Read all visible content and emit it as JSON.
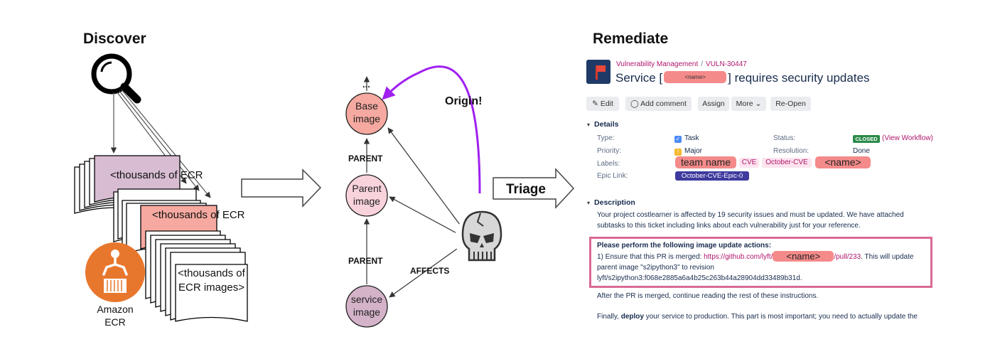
{
  "headings": {
    "discover": "Discover",
    "remediate": "Remediate"
  },
  "discover": {
    "stacks": [
      "<thousands of ECR",
      "<thousands of ECR",
      "<thousands of ECR images>"
    ],
    "ecr_label": "Amazon ECR"
  },
  "graph": {
    "ellipsis": "...",
    "nodes": {
      "base": "Base image",
      "parent": "Parent image",
      "service": "service image"
    },
    "edge_labels": {
      "parent_top": "PARENT",
      "parent_bottom": "PARENT",
      "affects": "AFFECTS",
      "origin": "Origin!"
    },
    "colors": {
      "base": "#f6a9a0",
      "parent": "#f9d3dc",
      "service": "#d4b3c9",
      "origin_arrow": "#a020f0"
    }
  },
  "triage_label": "Triage",
  "jira": {
    "breadcrumb": [
      "Vulnerability Management",
      "VULN-30447"
    ],
    "title_prefix": "Service [",
    "title_redacted": "<name>",
    "title_suffix": "] requires security updates",
    "toolbar": {
      "edit": "Edit",
      "add_comment": "Add comment",
      "assign": "Assign",
      "more": "More",
      "reopen": "Re-Open"
    },
    "details_heading": "Details",
    "fields": {
      "type_label": "Type:",
      "type_value": "Task",
      "priority_label": "Priority:",
      "priority_value": "Major",
      "labels_label": "Labels:",
      "labels": [
        "team name",
        "CVE",
        "October-CVE",
        "<name>"
      ],
      "epic_label": "Epic Link:",
      "epic_value": "October-CVE-Epic-0",
      "status_label": "Status:",
      "status_value": "CLOSED",
      "status_link": "(View Workflow)",
      "resolution_label": "Resolution:",
      "resolution_value": "Done"
    },
    "description_heading": "Description",
    "description": {
      "line1": "Your project costlearner is affected by 19 security issues and must be updated. We have attached",
      "line2": "subtasks to this ticket including links about each vulnerability just for your reference.",
      "box_title": "Please perform the following image update actions:",
      "box_line1_prefix": "1) Ensure that this PR is merged: ",
      "box_link_start": "https://github.com/lyft/",
      "box_link_redacted": "<name>",
      "box_link_end": "/pull/233",
      "box_line1_suffix": ". This will update",
      "box_line2": "parent image \"s2ipython3\" to revision",
      "box_line3": "lyft/s2ipython3:f068e2885a6a4b25c263b44a28904dd33489b31d.",
      "after": "After the PR is merged, continue reading the rest of these instructions.",
      "final_prefix": "Finally, ",
      "final_bold": "deploy",
      "final_suffix": " your service to production. This part is most important; you need to actually update the"
    }
  }
}
